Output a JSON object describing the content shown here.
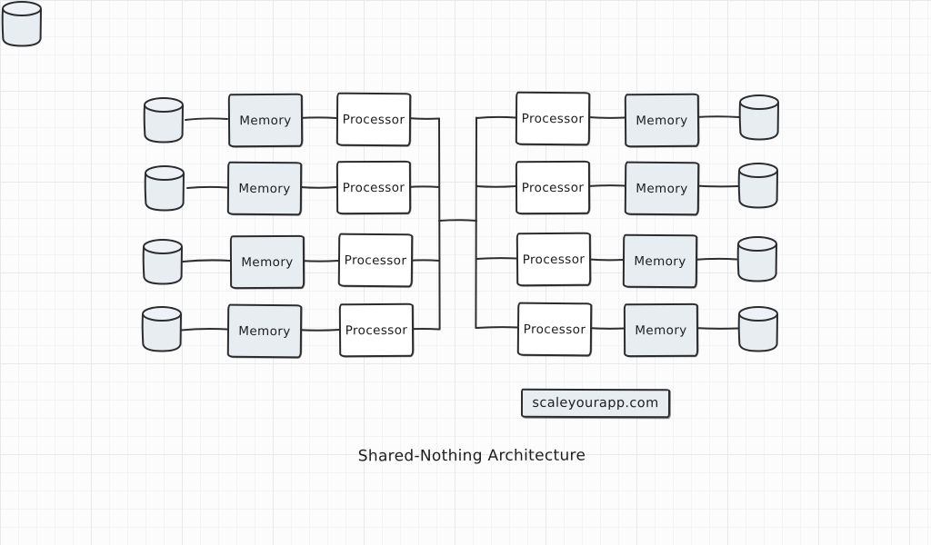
{
  "diagram_title": "Shared-Nothing Architecture",
  "watermark": "scaleyourapp.com",
  "rows_left": [
    {
      "memory": "Memory",
      "processor": "Processor"
    },
    {
      "memory": "Memory",
      "processor": "Processor"
    },
    {
      "memory": "Memory",
      "processor": "Processor"
    },
    {
      "memory": "Memory",
      "processor": "Processor"
    }
  ],
  "rows_right": [
    {
      "processor": "Processor",
      "memory": "Memory"
    },
    {
      "processor": "Processor",
      "memory": "Memory"
    },
    {
      "processor": "Processor",
      "memory": "Memory"
    },
    {
      "processor": "Processor",
      "memory": "Memory"
    }
  ],
  "icons": {
    "database": "database-cylinder"
  },
  "colors": {
    "stroke": "#2c2c2e",
    "memory_fill": "#e8edf1",
    "processor_fill": "#ffffff",
    "cylinder_fill": "#e8edf1",
    "background": "#fcfcfd",
    "grid_line_minor": "#f2f3f5",
    "grid_line_major": "#e7e9ed",
    "text": "#1d1d1f"
  }
}
